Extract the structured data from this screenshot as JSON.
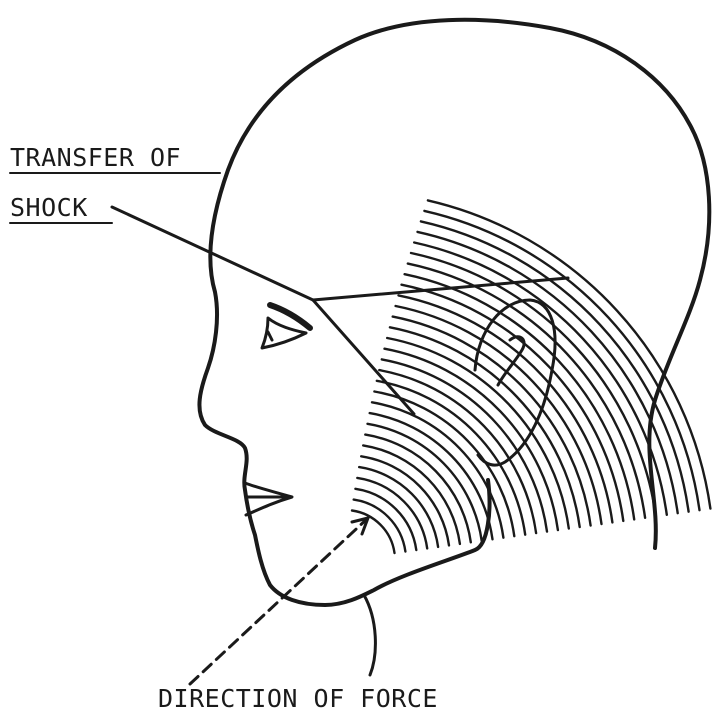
{
  "labels": {
    "transfer_line1": "TRANSFER OF",
    "transfer_line2": "SHOCK",
    "direction": "DIRECTION OF FORCE"
  },
  "colors": {
    "ink": "#1a1a1a",
    "background": "#ffffff"
  }
}
